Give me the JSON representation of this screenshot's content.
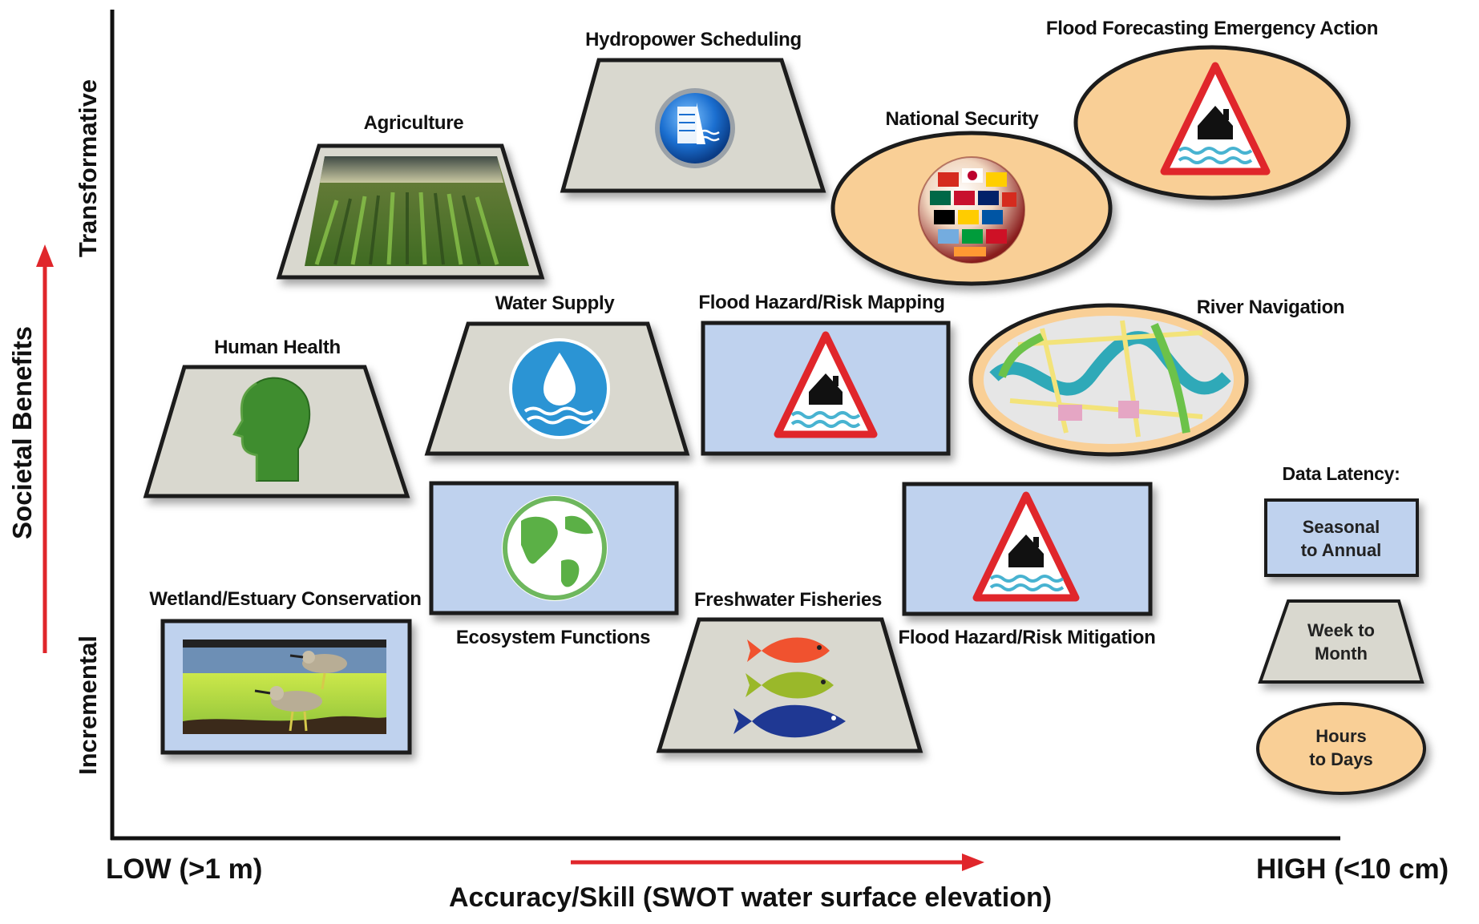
{
  "axes": {
    "y_title": "Societal Benefits",
    "y_high": "Transformative",
    "y_low": "Incremental",
    "x_title": "Accuracy/Skill (SWOT water surface elevation)",
    "x_low": "LOW (>1 m)",
    "x_high": "HIGH (<10 cm)"
  },
  "colors": {
    "seasonal_fill": "#bfd2ee",
    "week_fill": "#d9d8cf",
    "hours_fill": "#f9cf96",
    "arrow": "#e0262b",
    "outline": "#1a1a1a"
  },
  "applications": [
    {
      "label": "Hydropower Scheduling",
      "latency": "Week to Month",
      "icon": "hydropower-dam-icon"
    },
    {
      "label": "Flood Forecasting Emergency Action",
      "latency": "Hours to Days",
      "icon": "flood-warning-icon"
    },
    {
      "label": "Agriculture",
      "latency": "Week to Month",
      "icon": "crop-field-image"
    },
    {
      "label": "National Security",
      "latency": "Hours to Days",
      "icon": "flag-globe-icon"
    },
    {
      "label": "Water Supply",
      "latency": "Week to Month",
      "icon": "water-drop-icon"
    },
    {
      "label": "Flood Hazard/Risk Mapping",
      "latency": "Seasonal to Annual",
      "icon": "flood-warning-icon"
    },
    {
      "label": "River Navigation",
      "latency": "Hours to Days",
      "icon": "river-map-icon"
    },
    {
      "label": "Human Health",
      "latency": "Week to Month",
      "icon": "green-head-icon"
    },
    {
      "label": "Ecosystem Functions",
      "latency": "Seasonal to Annual",
      "icon": "green-globe-icon"
    },
    {
      "label": "Flood Hazard/Risk Mitigation",
      "latency": "Seasonal to Annual",
      "icon": "flood-warning-icon"
    },
    {
      "label": "Wetland/Estuary Conservation",
      "latency": "Seasonal to Annual",
      "icon": "shorebirds-image"
    },
    {
      "label": "Freshwater Fisheries",
      "latency": "Week to Month",
      "icon": "fish-icon"
    }
  ],
  "legend": {
    "title": "Data Latency:",
    "items": [
      {
        "line1": "Seasonal",
        "line2": "to Annual",
        "shape": "rectangle"
      },
      {
        "line1": "Week to",
        "line2": "Month",
        "shape": "trapezoid"
      },
      {
        "line1": "Hours",
        "line2": "to Days",
        "shape": "ellipse"
      }
    ]
  }
}
